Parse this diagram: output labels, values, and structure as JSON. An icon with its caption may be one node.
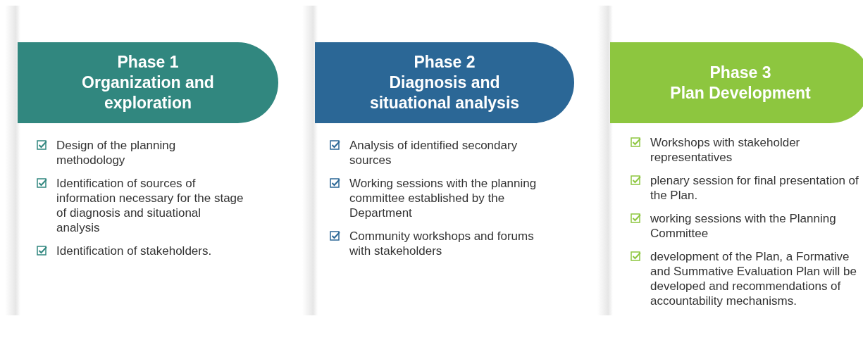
{
  "diagram": {
    "nodes": [
      {
        "text": [
          "Phase 1",
          "Organization and exploration"
        ],
        "beside": [
          "Design of the planning methodology",
          "Identification of sources of information necessary for the stage of diagnosis and situational analysis",
          "Identification of stakeholders."
        ]
      },
      {
        "text": [
          "Phase 2",
          "Diagnosis and situational analysis"
        ],
        "beside": [
          "Analysis of identified secondary sources",
          "Working sessions with the planning committee established by the Department",
          "Community workshops and forums with stakeholders"
        ]
      },
      {
        "text": [
          "Phase 3",
          "Plan Development"
        ],
        "beside": [
          "Workshops with stakeholder representatives",
          "plenary session for final presentation of the Plan.",
          "working sessions with the Planning Committee",
          "development of the Plan, a Formative and Summative Evaluation Plan will be developed and recommendations of accountability mechanisms."
        ]
      }
    ]
  }
}
